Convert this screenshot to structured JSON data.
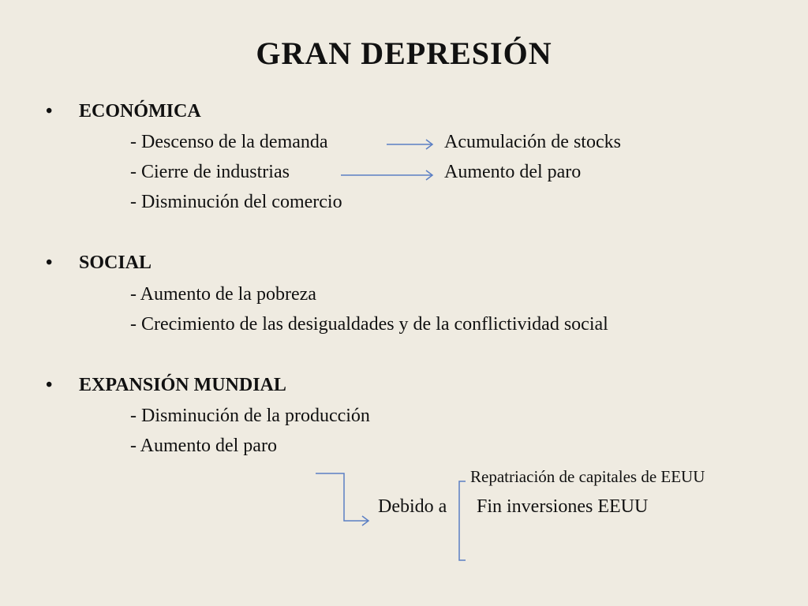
{
  "title": "GRAN DEPRESIÓN",
  "bullet_char": "•",
  "sections": [
    {
      "heading": "ECONÓMICA",
      "items": [
        "- Descenso de la demanda",
        "- Cierre de industrias",
        "- Disminución del comercio"
      ],
      "consequences": [
        "Acumulación de stocks",
        "Aumento del paro"
      ]
    },
    {
      "heading": "SOCIAL",
      "items": [
        "- Aumento de la pobreza",
        "- Crecimiento de las desigualdades y de la conflictividad social"
      ]
    },
    {
      "heading": "EXPANSIÓN MUNDIAL",
      "items": [
        "- Disminución de la producción",
        "- Aumento del paro"
      ],
      "cause_label": "Debido a",
      "causes": [
        "Repatriación de capitales de EEUU",
        "Fin inversiones EEUU"
      ]
    }
  ],
  "colors": {
    "background": "#efebe1",
    "text": "#111111",
    "arrow": "#5b7fc4"
  }
}
